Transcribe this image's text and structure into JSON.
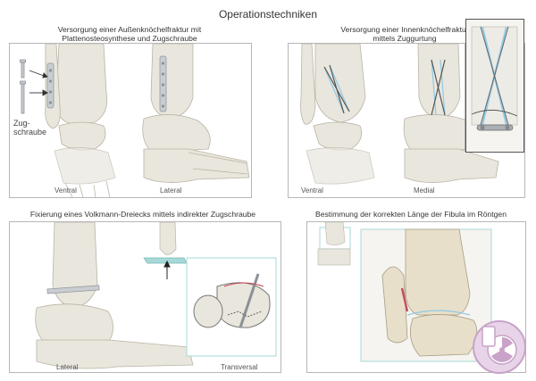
{
  "title": "Operationstechniken",
  "panels": [
    {
      "title_line1": "Versorgung einer Außenknöchelfraktur mit",
      "title_line2": "Plattenosteosynthese und Zugschraube",
      "labels": {
        "screw_line1": "Zug-",
        "screw_line2": "schraube",
        "view_a": "Ventral",
        "view_b": "Lateral"
      }
    },
    {
      "title_line1": "Versorgung einer Innenknöchelfraktur",
      "title_line2": "mittels Zuggurtung",
      "labels": {
        "view_a": "Ventral",
        "view_b": "Medial"
      }
    },
    {
      "title_line1": "Fixierung eines Volkmann-Dreiecks mittels indirekter Zugschraube",
      "labels": {
        "view_a": "Lateral",
        "view_b": "Transversal"
      }
    },
    {
      "title_line1": "Bestimmung der korrekten Länge der Fibula im Röntgen"
    }
  ],
  "colors": {
    "bone": "#e9e6dd",
    "bone_line": "#b9b4a6",
    "implant": "#9aa0a6",
    "wire_blue": "#8ec9e8",
    "fracture_red": "#c9485b",
    "teal": "#a7d8d8",
    "badge": "#c8a2c8"
  },
  "icons": {
    "badge": "radiation-icon"
  }
}
